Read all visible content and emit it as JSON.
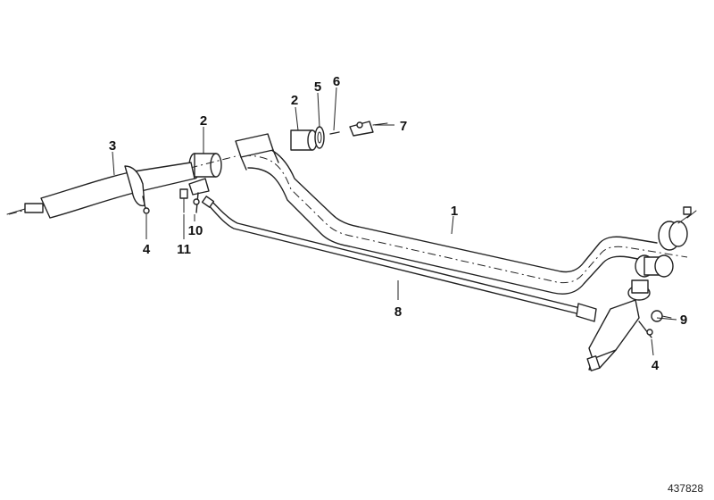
{
  "diagram": {
    "callouts": [
      {
        "id": "c1",
        "text": "1"
      },
      {
        "id": "c2a",
        "text": "2"
      },
      {
        "id": "c2b",
        "text": "2"
      },
      {
        "id": "c3",
        "text": "3"
      },
      {
        "id": "c4a",
        "text": "4"
      },
      {
        "id": "c4b",
        "text": "4"
      },
      {
        "id": "c5",
        "text": "5"
      },
      {
        "id": "c6",
        "text": "6"
      },
      {
        "id": "c7",
        "text": "7"
      },
      {
        "id": "c8",
        "text": "8"
      },
      {
        "id": "c9",
        "text": "9"
      },
      {
        "id": "c10",
        "text": "10"
      },
      {
        "id": "c11",
        "text": "11"
      }
    ],
    "doc_number": "437828"
  }
}
